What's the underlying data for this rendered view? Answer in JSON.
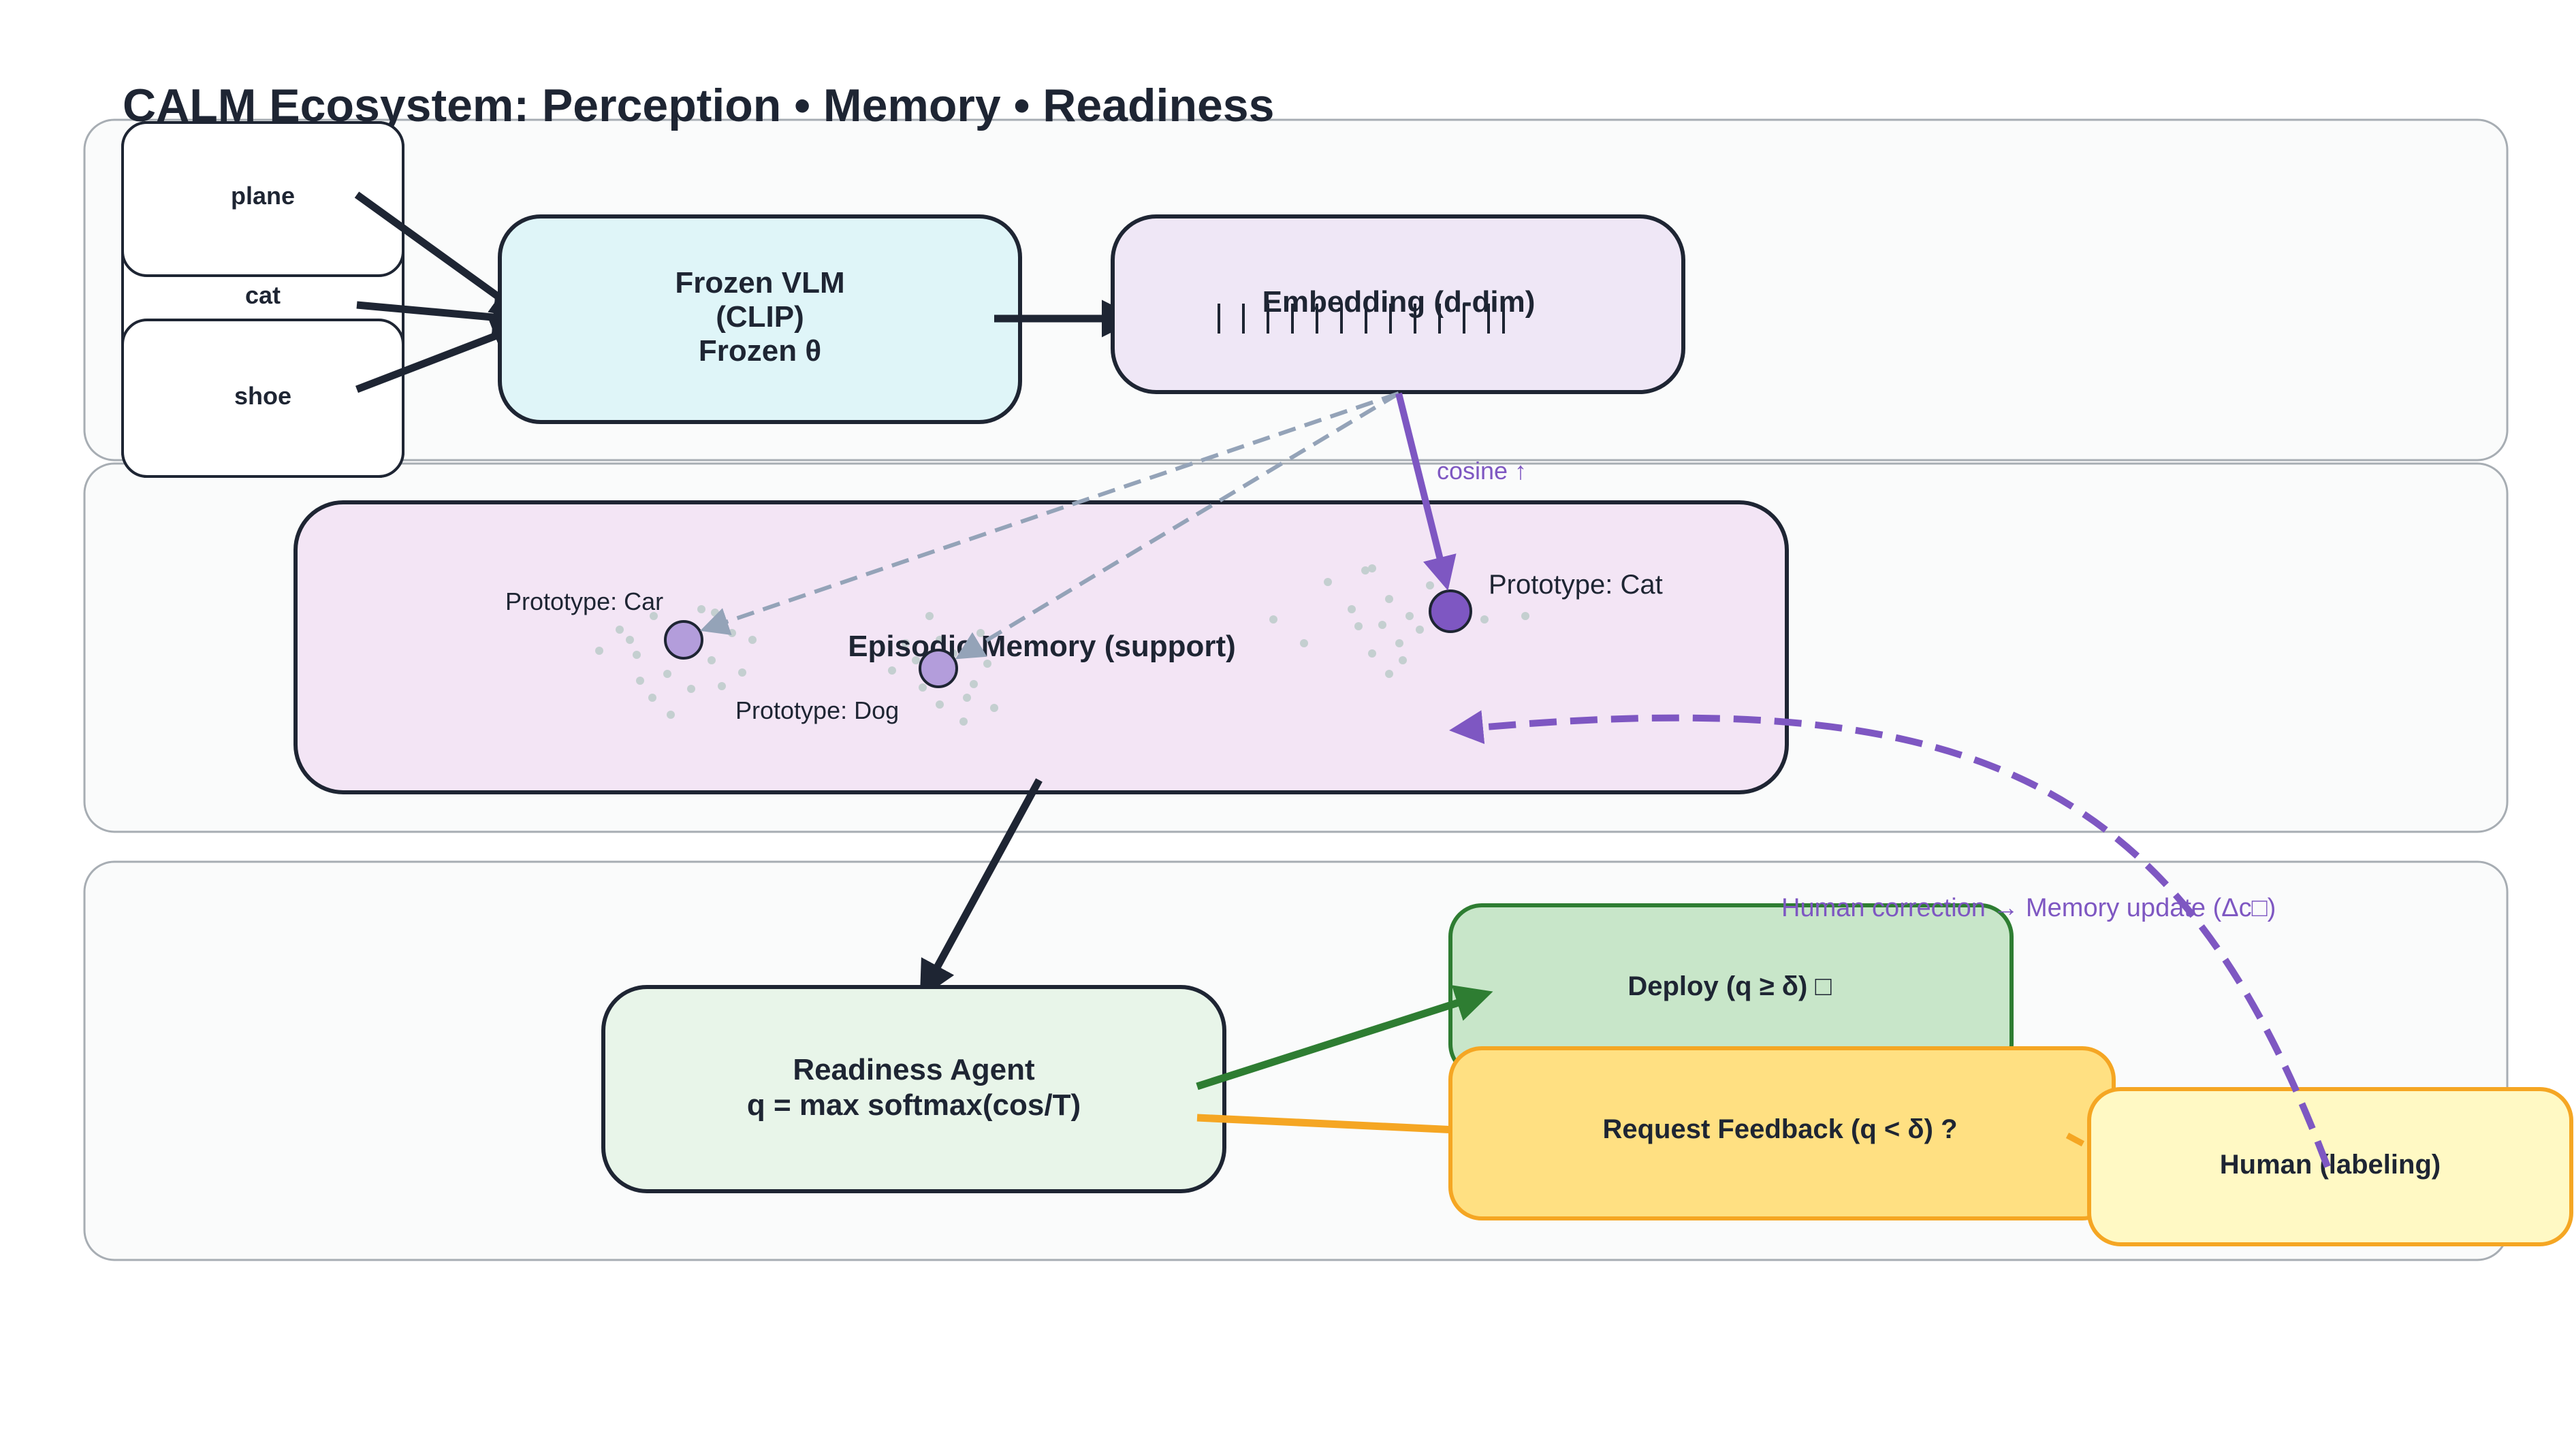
{
  "title": "CALM Ecosystem: Perception • Memory • Readiness",
  "inputs": {
    "plane": "plane",
    "cat": "cat",
    "shoe": "shoe"
  },
  "vlm": {
    "line1": "Frozen VLM",
    "line2": "(CLIP)",
    "line3": "Frozen θ"
  },
  "embedding": {
    "label": "Embedding (d-dim)"
  },
  "edge_labels": {
    "cosine": "cosine ↑",
    "human_correction": "Human correction → Memory update (Δc□)"
  },
  "memory": {
    "label": "Episodic Memory (support)",
    "prototype_car": "Prototype: Car",
    "prototype_dog": "Prototype: Dog",
    "prototype_cat": "Prototype: Cat"
  },
  "readiness": {
    "line1": "Readiness Agent",
    "line2": "q = max softmax(cos/T)"
  },
  "deploy": {
    "label": "Deploy (q ≥ δ) □"
  },
  "feedback": {
    "label": "Request Feedback (q < δ) ?"
  },
  "human": {
    "label": "Human (labeling)"
  },
  "colors": {
    "dark": "#1e2533",
    "purple": "#7e57c2",
    "gray_arrow": "#94a3b8",
    "green": "#2e7d32",
    "orange": "#f5a623",
    "vlm_fill": "#dff5f8",
    "embedding_fill": "#efe7f6",
    "memory_fill": "#f3e5f5",
    "readiness_fill": "#e8f5e9",
    "deploy_fill": "#c8e6c9",
    "feedback_fill": "#ffe082",
    "human_fill": "#fff9c4",
    "prototype_light": "#b39ddb",
    "prototype_dark": "#7e57c2"
  }
}
